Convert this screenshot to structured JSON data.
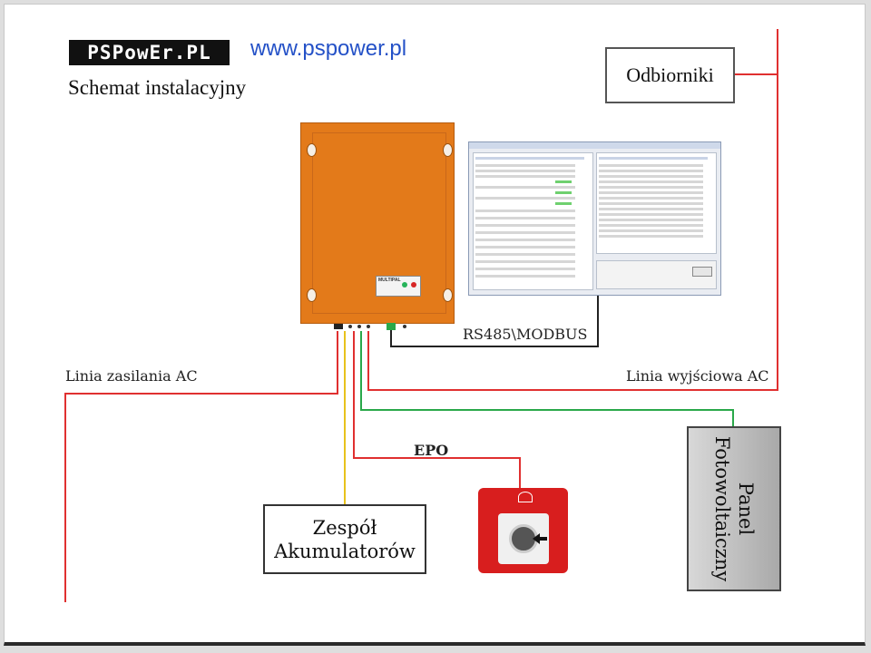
{
  "header": {
    "logo_text": "PSPowEr.PL",
    "url": "www.pspower.pl",
    "subtitle": "Schemat instalacyjny"
  },
  "labels": {
    "receivers": "Odbiorniki",
    "rs485": "RS485\\MODBUS",
    "ac_input": "Linia zasilania AC",
    "ac_output": "Linia wyjściowa AC",
    "epo": "EPO",
    "batteries_line1": "Zespół",
    "batteries_line2": "Akumulatorów",
    "pv_line1": "Panel",
    "pv_line2": "Fotowoltaiczny"
  },
  "device": {
    "name": "MULTIPAL",
    "led_colors": [
      "#27b35a",
      "#d72626"
    ]
  },
  "colors": {
    "ac_line": "#e03030",
    "battery_line": "#e8c21c",
    "pv_line": "#2aa84a",
    "rs485_line": "#222222",
    "device_body": "#e37a1a",
    "epo_body": "#d81e1e"
  }
}
